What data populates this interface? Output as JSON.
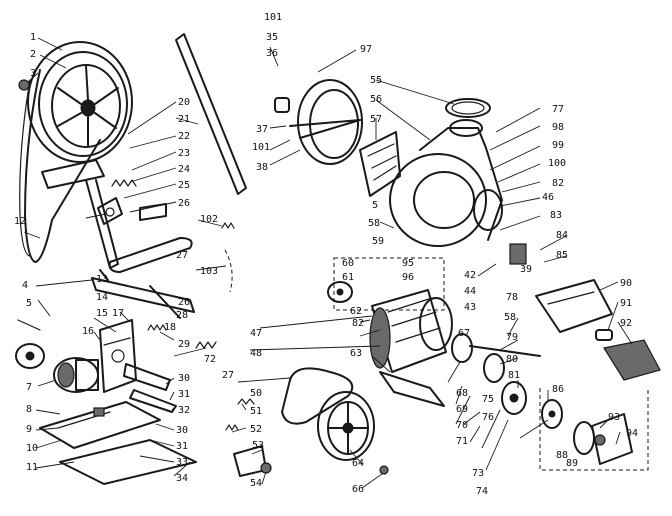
{
  "callouts": [
    {
      "id": "c1",
      "text": "1"
    },
    {
      "id": "c2",
      "text": "2"
    },
    {
      "id": "c3",
      "text": "3"
    },
    {
      "id": "c4",
      "text": "4"
    },
    {
      "id": "c5a",
      "text": "5"
    },
    {
      "id": "c5b",
      "text": "5"
    },
    {
      "id": "c7",
      "text": "7"
    },
    {
      "id": "c8",
      "text": "8"
    },
    {
      "id": "c9",
      "text": "9"
    },
    {
      "id": "c10",
      "text": "10"
    },
    {
      "id": "c11",
      "text": "11"
    },
    {
      "id": "c12",
      "text": "12"
    },
    {
      "id": "c13",
      "text": "13"
    },
    {
      "id": "c14",
      "text": "14"
    },
    {
      "id": "c15",
      "text": "15"
    },
    {
      "id": "c16",
      "text": "16"
    },
    {
      "id": "c17",
      "text": "17"
    },
    {
      "id": "c18",
      "text": "18"
    },
    {
      "id": "c20",
      "text": "20"
    },
    {
      "id": "c21",
      "text": "21"
    },
    {
      "id": "c22",
      "text": "22"
    },
    {
      "id": "c23",
      "text": "23"
    },
    {
      "id": "c24",
      "text": "24"
    },
    {
      "id": "c25",
      "text": "25"
    },
    {
      "id": "c26a",
      "text": "26"
    },
    {
      "id": "c26b",
      "text": "26"
    },
    {
      "id": "c27a",
      "text": "27"
    },
    {
      "id": "c27b",
      "text": "27"
    },
    {
      "id": "c28",
      "text": "28"
    },
    {
      "id": "c29",
      "text": "29"
    },
    {
      "id": "c30a",
      "text": "30"
    },
    {
      "id": "c30b",
      "text": "30"
    },
    {
      "id": "c31a",
      "text": "31"
    },
    {
      "id": "c31b",
      "text": "31"
    },
    {
      "id": "c32",
      "text": "32"
    },
    {
      "id": "c33",
      "text": "33"
    },
    {
      "id": "c34",
      "text": "34"
    },
    {
      "id": "c35",
      "text": "35"
    },
    {
      "id": "c36",
      "text": "36"
    },
    {
      "id": "c37",
      "text": "37"
    },
    {
      "id": "c38",
      "text": "38"
    },
    {
      "id": "c39",
      "text": "39"
    },
    {
      "id": "c42",
      "text": "42"
    },
    {
      "id": "c43",
      "text": "43"
    },
    {
      "id": "c44",
      "text": "44"
    },
    {
      "id": "c46",
      "text": "46"
    },
    {
      "id": "c47",
      "text": "47"
    },
    {
      "id": "c48",
      "text": "48"
    },
    {
      "id": "c50",
      "text": "50"
    },
    {
      "id": "c51",
      "text": "51"
    },
    {
      "id": "c52",
      "text": "52"
    },
    {
      "id": "c53",
      "text": "53"
    },
    {
      "id": "c54",
      "text": "54"
    },
    {
      "id": "c55",
      "text": "55"
    },
    {
      "id": "c56",
      "text": "56"
    },
    {
      "id": "c57",
      "text": "57"
    },
    {
      "id": "c58a",
      "text": "58"
    },
    {
      "id": "c58b",
      "text": "58"
    },
    {
      "id": "c59",
      "text": "59"
    },
    {
      "id": "c60",
      "text": "60"
    },
    {
      "id": "c61",
      "text": "61"
    },
    {
      "id": "c62",
      "text": "62"
    },
    {
      "id": "c63",
      "text": "63"
    },
    {
      "id": "c64",
      "text": "64"
    },
    {
      "id": "c66",
      "text": "66"
    },
    {
      "id": "c67",
      "text": "67"
    },
    {
      "id": "c68",
      "text": "68"
    },
    {
      "id": "c69",
      "text": "69"
    },
    {
      "id": "c70",
      "text": "70"
    },
    {
      "id": "c71",
      "text": "71"
    },
    {
      "id": "c72",
      "text": "72"
    },
    {
      "id": "c73",
      "text": "73"
    },
    {
      "id": "c74",
      "text": "74"
    },
    {
      "id": "c75",
      "text": "75"
    },
    {
      "id": "c76",
      "text": "76"
    },
    {
      "id": "c77",
      "text": "77"
    },
    {
      "id": "c78",
      "text": "78"
    },
    {
      "id": "c79",
      "text": "79"
    },
    {
      "id": "c80",
      "text": "80"
    },
    {
      "id": "c81",
      "text": "81"
    },
    {
      "id": "c82a",
      "text": "82"
    },
    {
      "id": "c82b",
      "text": "82"
    },
    {
      "id": "c83",
      "text": "83"
    },
    {
      "id": "c84",
      "text": "84"
    },
    {
      "id": "c85",
      "text": "85"
    },
    {
      "id": "c86",
      "text": "86"
    },
    {
      "id": "c88",
      "text": "88"
    },
    {
      "id": "c89",
      "text": "89"
    },
    {
      "id": "c90",
      "text": "90"
    },
    {
      "id": "c91",
      "text": "91"
    },
    {
      "id": "c92",
      "text": "92"
    },
    {
      "id": "c93",
      "text": "93"
    },
    {
      "id": "c94",
      "text": "94"
    },
    {
      "id": "c95",
      "text": "95"
    },
    {
      "id": "c96",
      "text": "96"
    },
    {
      "id": "c97",
      "text": "97"
    },
    {
      "id": "c98",
      "text": "98"
    },
    {
      "id": "c99",
      "text": "99"
    },
    {
      "id": "c100",
      "text": "100"
    },
    {
      "id": "c101a",
      "text": "101"
    },
    {
      "id": "c101b",
      "text": "101"
    },
    {
      "id": "c102",
      "text": "102"
    },
    {
      "id": "c103",
      "text": "103"
    }
  ]
}
